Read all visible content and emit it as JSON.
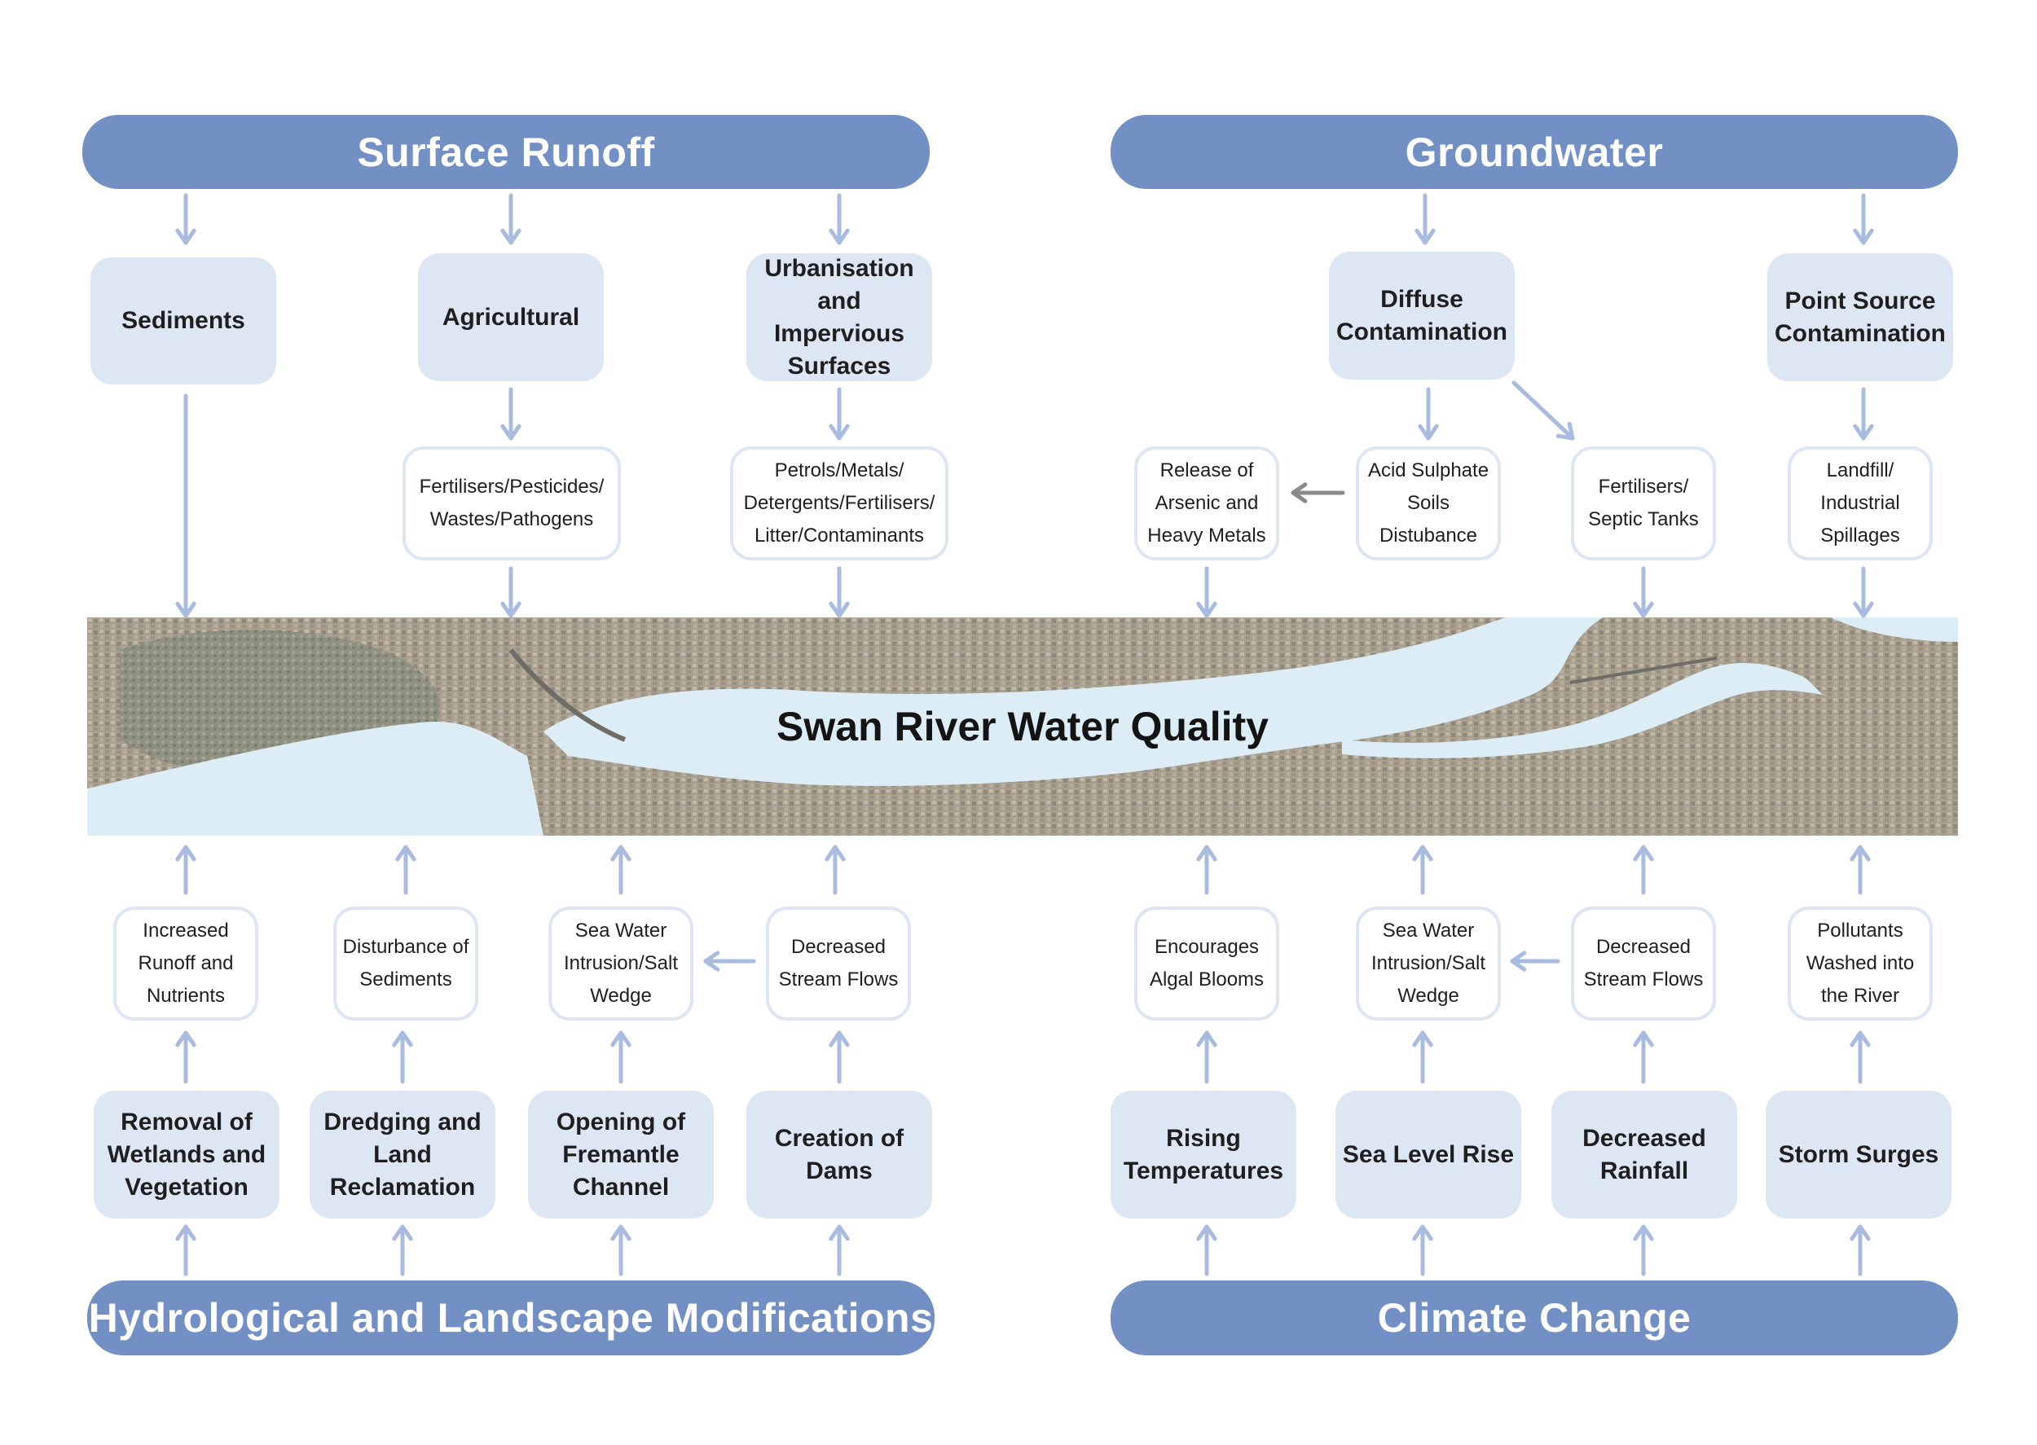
{
  "headers": {
    "surface_runoff": "Surface Runoff",
    "groundwater": "Groundwater",
    "hydrological": "Hydrological and Landscape Modifications",
    "climate_change": "Climate Change"
  },
  "centre": {
    "title": "Swan River Water Quality"
  },
  "surface_runoff": {
    "sediments": "Sediments",
    "agricultural": "Agricultural",
    "urbanisation": "Urbanisation and Impervious Surfaces",
    "agri_detail": "Fertilisers/Pesticides/ Wastes/Pathogens",
    "urban_detail": "Petrols/Metals/ Detergents/Fertilisers/ Litter/Contaminants"
  },
  "groundwater": {
    "diffuse": "Diffuse Contamination",
    "point_source": "Point Source Contamination",
    "arsenic": "Release of Arsenic and Heavy Metals",
    "acid_sulphate": "Acid Sulphate Soils Distubance",
    "fertilisers_septic": "Fertilisers/ Septic Tanks",
    "landfill": "Landfill/ Industrial Spillages"
  },
  "hydrological": {
    "removal_wetlands": "Removal of Wetlands and Vegetation",
    "dredging": "Dredging and Land Reclamation",
    "fremantle": "Opening of Fremantle Channel",
    "dams": "Creation of Dams",
    "runoff_nutrients": "Increased Runoff and Nutrients",
    "disturbance_sediments": "Disturbance of Sediments",
    "seawater_1": "Sea Water Intrusion/Salt Wedge",
    "decreased_flows_1": "Decreased Stream Flows"
  },
  "climate": {
    "rising_temperatures": "Rising Temperatures",
    "sea_level_rise": "Sea Level Rise",
    "decreased_rainfall": "Decreased Rainfall",
    "storm_surges": "Storm Surges",
    "algal_blooms": "Encourages Algal Blooms",
    "seawater_2": "Sea Water Intrusion/Salt Wedge",
    "decreased_flows_2": "Decreased Stream Flows",
    "pollutants_washed": "Pollutants Washed into the River"
  },
  "colors": {
    "header": "#7390c5",
    "category_fill": "#dde6f3",
    "arrow": "#a9bcdf",
    "arrow_dark": "#8a8a8a",
    "water": "#dcedf6",
    "land": "#a89f8e"
  }
}
